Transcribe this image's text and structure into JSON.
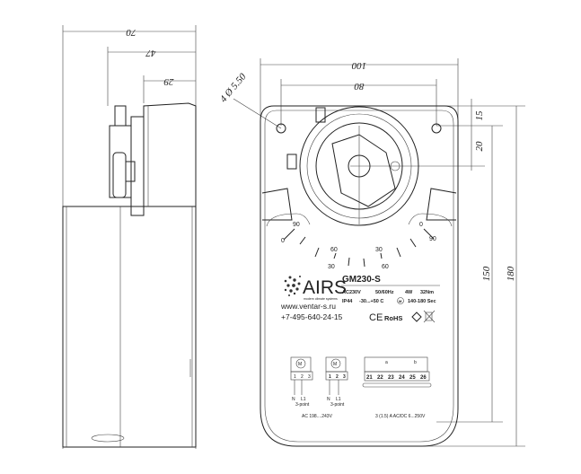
{
  "side_view": {
    "dimensions": {
      "overall_depth": "70",
      "depth_mid": "47",
      "depth_top": "29"
    }
  },
  "front_view": {
    "dimensions": {
      "width": "100",
      "hole_spacing_h": "80",
      "hole_offset_top": "15",
      "shaft_offset": "20",
      "hole_spacing_v": "150",
      "height": "180",
      "holes": "4 Ø 5.50"
    },
    "dial_labels": [
      "0",
      "90",
      "60",
      "30",
      "30",
      "60",
      "90",
      "0"
    ],
    "brand": {
      "logo": "AIRS",
      "tagline": "modern climate systems"
    },
    "model": "GM230-S",
    "specs_row1": [
      "AC230V",
      "50/60Hz",
      "4W",
      "32Nm"
    ],
    "specs_row2": [
      "IP44",
      "-30...+50 C",
      "M",
      "140-180 Sec"
    ],
    "website": "www.ventar-s.ru",
    "phone": "+7-495-640-24-15",
    "certs": [
      "CE",
      "RoHS"
    ],
    "wiring": {
      "left_terminals": [
        "1",
        "2",
        "3"
      ],
      "left_labels": [
        "N",
        "L1"
      ],
      "left_mode": "3-point",
      "mid_terminals": [
        "1",
        "2",
        "3"
      ],
      "mid_labels": [
        "N",
        "L1"
      ],
      "mid_mode": "3-point",
      "ac_range": "AC 198....243V",
      "switch_terminals": [
        "21",
        "22",
        "23",
        "24",
        "25",
        "26"
      ],
      "switch_a": "a",
      "switch_b": "b",
      "switch_rating": "3 (1.5) A   AC/DC 6...250V",
      "motor_symbol": "M"
    }
  }
}
